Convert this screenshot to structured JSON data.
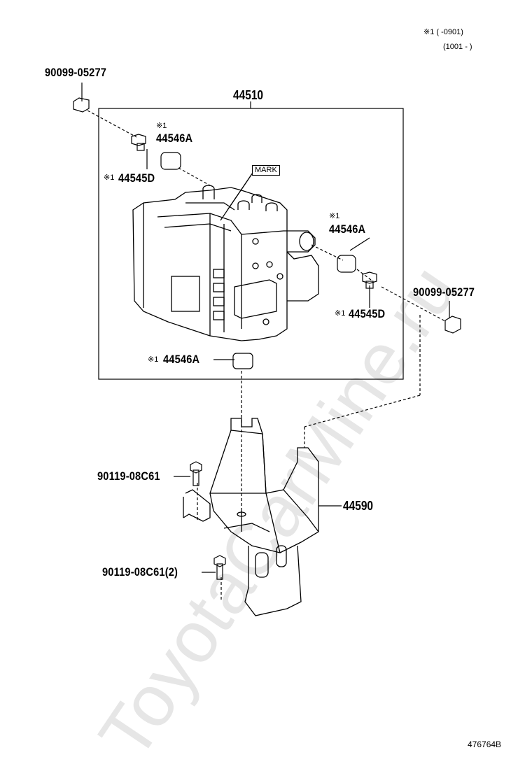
{
  "legend": {
    "line1": "※1 (        -0901)",
    "line2": "(1001 -        )"
  },
  "labels": {
    "p44510": "44510",
    "bolt_left": "90099-05277",
    "bolt_right": "90099-05277",
    "ins_top_left_mark": "※1",
    "ins_top_left": "44546A",
    "stud_left_mark": "※1",
    "stud_left": "44545D",
    "mark": "MARK",
    "ins_right_mark": "※1",
    "ins_right": "44546A",
    "stud_right_mark": "※1",
    "stud_right": "44545D",
    "ins_bottom_mark": "※1",
    "ins_bottom": "44546A",
    "bracket": "44590",
    "bolt_a": "90119-08C61",
    "bolt_b": "90119-08C61(2)"
  },
  "figure_id": "476764B",
  "watermark": "ToyotaCarMine.ru"
}
